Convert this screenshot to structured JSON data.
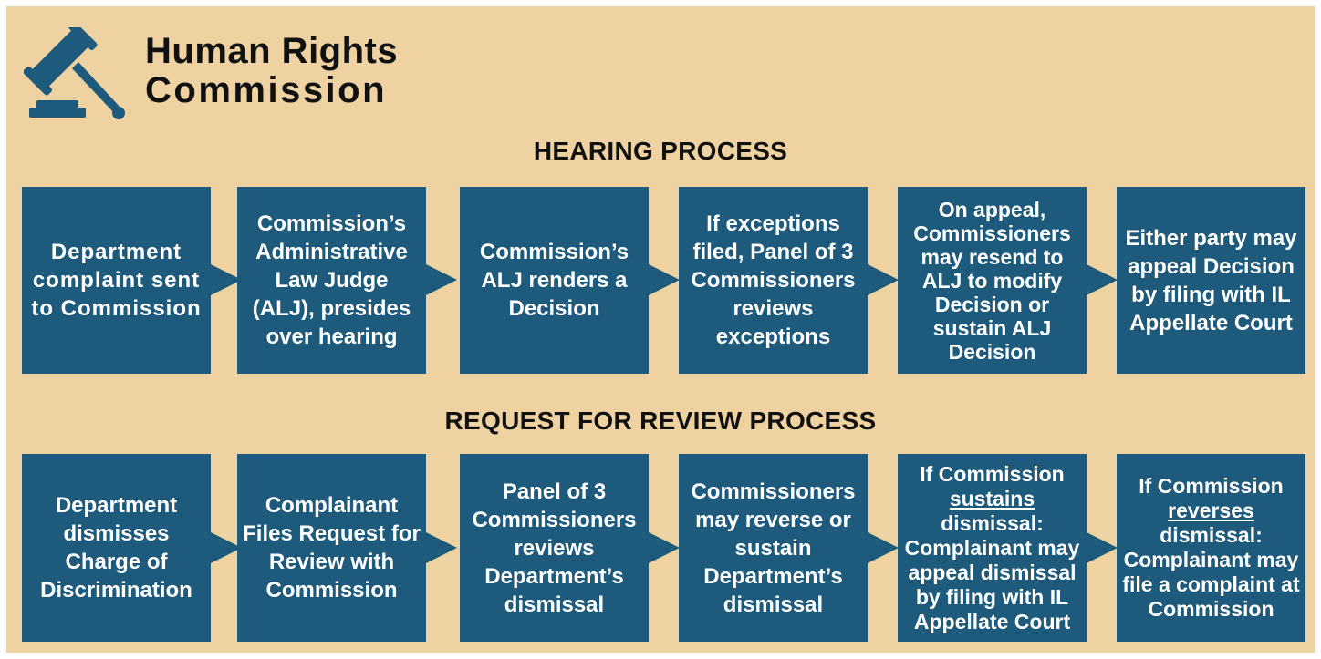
{
  "header": {
    "title_line1": "Human Rights",
    "title_line2": "Commission"
  },
  "hearing": {
    "title": "HEARING PROCESS",
    "steps": [
      "Department complaint sent to Commission",
      "Commission’s Administrative Law Judge (ALJ), presides over hearing",
      "Commission’s ALJ renders a Decision",
      "If exceptions filed, Panel of 3 Commissioners reviews exceptions",
      "On appeal, Commissioners may resend to ALJ to modify Decision or sustain ALJ Decision",
      "Either party may appeal Decision by filing with IL Appellate Court"
    ]
  },
  "review": {
    "title": "REQUEST FOR REVIEW PROCESS",
    "steps": [
      "Department dismisses Charge of Discrimination",
      "Complainant Files Request for Review with Commission",
      "Panel of 3 Commissioners reviews Department’s dismissal",
      "Commissioners may reverse or sustain Department’s dismissal",
      {
        "prefix": "If Commission",
        "emphasis": "sustains",
        "suffix": "dismissal: Complainant may appeal dismissal by filing with IL Appellate Court"
      },
      {
        "prefix": "If Commission",
        "emphasis": "reverses",
        "suffix": "dismissal: Complainant may file a complaint at Commission"
      }
    ]
  },
  "colors": {
    "background": "#efd2a1",
    "box": "#1d5a7c",
    "text_dark": "#111111"
  },
  "icons": [
    "gavel-icon"
  ]
}
